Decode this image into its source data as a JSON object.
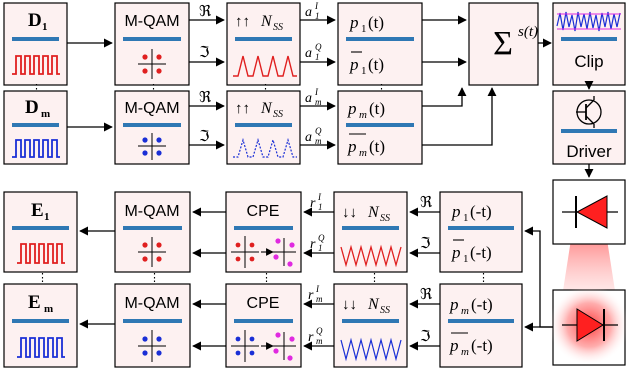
{
  "transmitter": {
    "sources": [
      {
        "main": "D",
        "sub": "1",
        "color": "#e02020"
      },
      {
        "main": "D",
        "sub": "m",
        "color": "#1a2fd6"
      }
    ],
    "modulators": [
      "M-QAM",
      "M-QAM"
    ],
    "upsampler": {
      "arrows": "↑↑",
      "var": "N",
      "sub": "SS"
    },
    "pulse_shapers": [
      {
        "top": "p",
        "top_sub": "1",
        "top_arg": "(t)",
        "bot": "p",
        "bot_sub": "1",
        "bot_arg": "(t)"
      },
      {
        "top": "p",
        "top_sub": "m",
        "top_arg": "(t)",
        "bot": "p",
        "bot_sub": "m",
        "bot_arg": "(t)"
      }
    ],
    "real_sym": "ℜ",
    "imag_sym": "ℑ",
    "branch_labels": [
      {
        "i_base": "a",
        "i_sub": "1",
        "i_sup": "I",
        "q_base": "a",
        "q_sub": "1",
        "q_sup": "Q"
      },
      {
        "i_base": "a",
        "i_sub": "m",
        "i_sup": "I",
        "q_base": "a",
        "q_sub": "m",
        "q_sup": "Q"
      }
    ],
    "summer_symbol": "Σ",
    "signal_label": "s(t)",
    "clip_label": "Clip",
    "driver_label": "Driver"
  },
  "receiver": {
    "sinks": [
      {
        "main": "E",
        "sub": "1",
        "color": "#e02020"
      },
      {
        "main": "E",
        "sub": "m",
        "color": "#1a2fd6"
      }
    ],
    "demodulators": [
      "M-QAM",
      "M-QAM"
    ],
    "cpe_labels": [
      "CPE",
      "CPE"
    ],
    "downsampler": {
      "arrows": "↓↓",
      "var": "N",
      "sub": "SS"
    },
    "matched_filters": [
      {
        "top": "p",
        "top_sub": "1",
        "top_arg": "(-t)",
        "bot": "p",
        "bot_sub": "1",
        "bot_arg": "(-t)"
      },
      {
        "top": "p",
        "top_sub": "m",
        "top_arg": "(-t)",
        "bot": "p",
        "bot_sub": "m",
        "bot_arg": "(-t)"
      }
    ],
    "branch_labels": [
      {
        "i_base": "r",
        "i_sub": "1",
        "i_sup": "I",
        "q_base": "r",
        "q_sub": "1",
        "q_sup": "Q"
      },
      {
        "i_base": "r",
        "i_sub": "m",
        "i_sup": "I",
        "q_base": "r",
        "q_sub": "m",
        "q_sup": "Q"
      }
    ]
  },
  "ellipsis": "⋮",
  "colors": {
    "box_fill": "#fdf1f1",
    "bar": "#2f78b4",
    "red": "#e02020",
    "blue": "#1a2fd6",
    "magenta": "#e02ae0",
    "led": "#ff2020"
  }
}
